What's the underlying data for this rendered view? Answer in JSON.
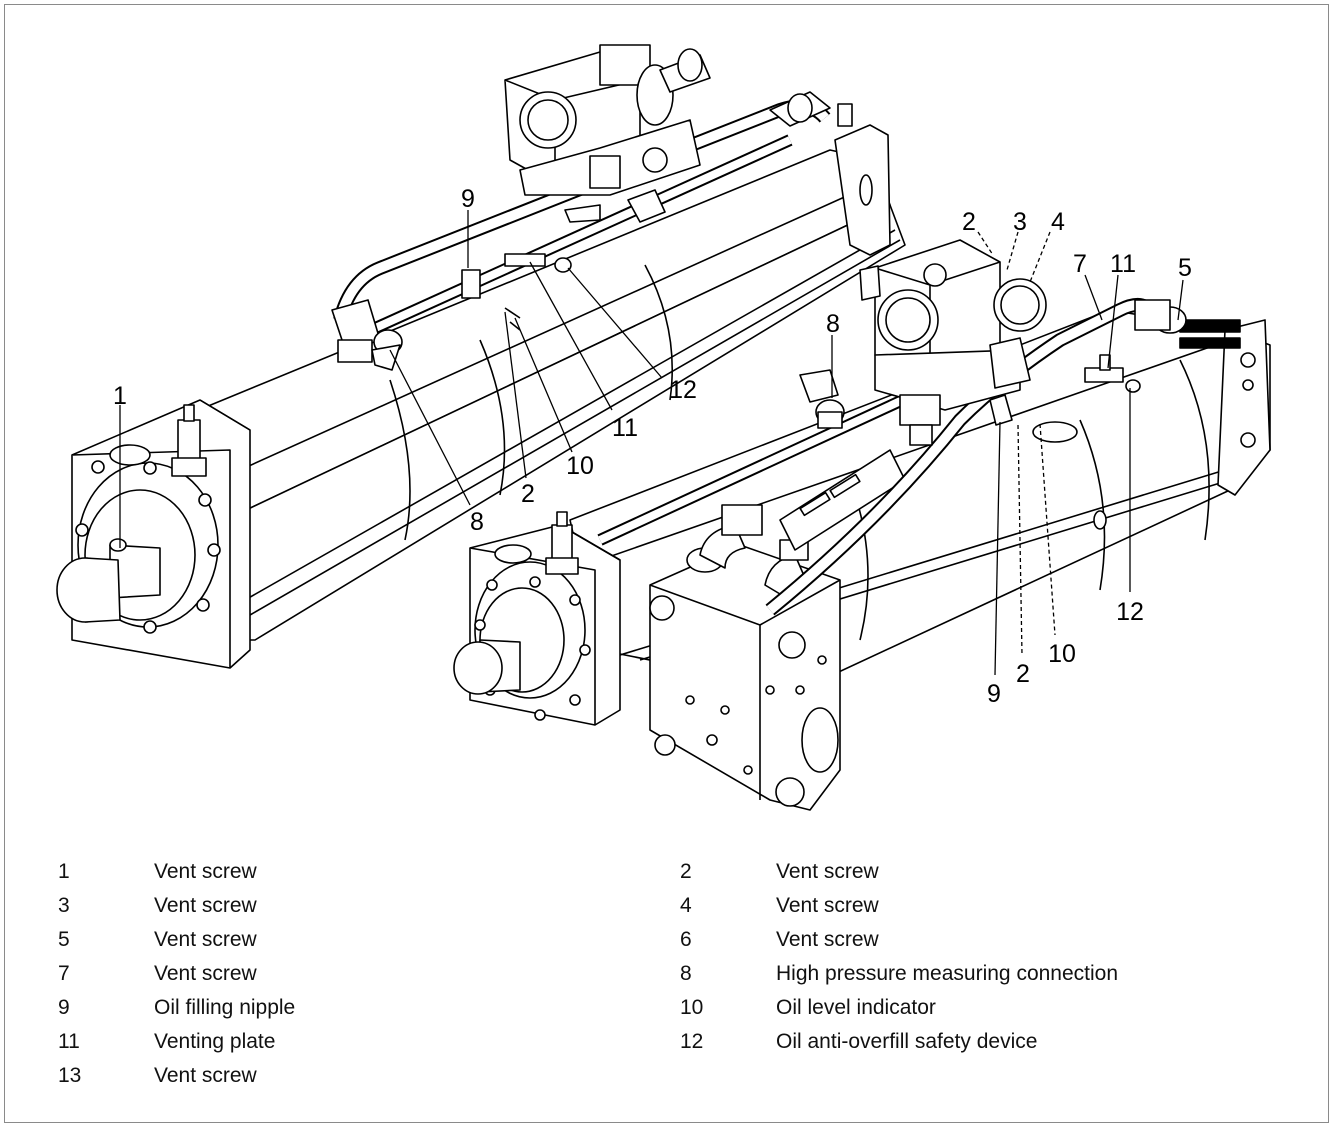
{
  "callouts": {
    "left_unit": {
      "c1": "1",
      "c9": "9",
      "c12": "12",
      "c11": "11",
      "c10": "10",
      "c2": "2",
      "c8": "8"
    },
    "right_unit": {
      "c2": "2",
      "c3": "3",
      "c4": "4",
      "c7": "7",
      "c11": "11",
      "c5": "5",
      "c8": "8",
      "c12": "12",
      "c10": "10",
      "c2b": "2",
      "c9": "9"
    }
  },
  "legend": [
    {
      "number": "1",
      "label": "Vent screw"
    },
    {
      "number": "2",
      "label": "Vent screw"
    },
    {
      "number": "3",
      "label": "Vent screw"
    },
    {
      "number": "4",
      "label": "Vent screw"
    },
    {
      "number": "5",
      "label": "Vent screw"
    },
    {
      "number": "6",
      "label": "Vent screw"
    },
    {
      "number": "7",
      "label": "Vent screw"
    },
    {
      "number": "8",
      "label": "High pressure measuring connection"
    },
    {
      "number": "9",
      "label": "Oil filling nipple"
    },
    {
      "number": "10",
      "label": "Oil level indicator"
    },
    {
      "number": "11",
      "label": "Venting plate"
    },
    {
      "number": "12",
      "label": "Oil anti-overfill safety device"
    },
    {
      "number": "13",
      "label": "Vent screw"
    }
  ]
}
